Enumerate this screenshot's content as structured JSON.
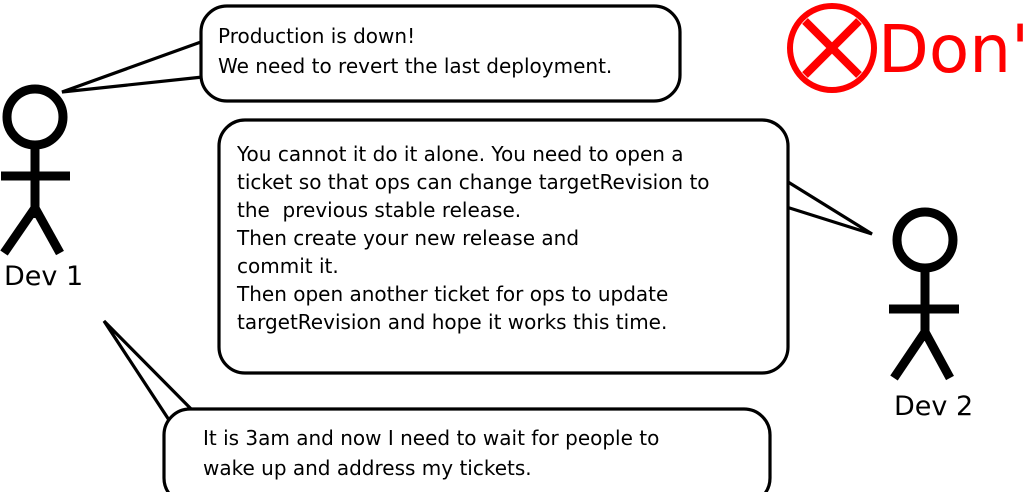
{
  "diagram": {
    "title_marker": {
      "label": "Don't",
      "icon": "circle-x-icon",
      "color": "#ff0000"
    },
    "actors": [
      {
        "id": "dev1",
        "label": "Dev 1"
      },
      {
        "id": "dev2",
        "label": "Dev 2"
      }
    ],
    "bubbles": [
      {
        "id": "bubble-dev1-top",
        "speaker": "Dev 1",
        "lines": [
          "Production is down!",
          "We need to revert the last deployment."
        ]
      },
      {
        "id": "bubble-dev2",
        "speaker": "Dev 2",
        "lines": [
          "You cannot it do it alone. You need to open a",
          "ticket so that ops can change targetRevision to",
          "the  previous stable release.",
          "Then create your new release and",
          "commit it.",
          "Then open another ticket for ops to update",
          "targetRevision and hope it works this time."
        ]
      },
      {
        "id": "bubble-dev1-bottom",
        "speaker": "Dev 1",
        "lines": [
          "It is 3am and now I need to wait for people to",
          "wake up and address my tickets."
        ]
      }
    ],
    "colors": {
      "stroke": "#000000",
      "background": "#ffffff",
      "warning": "#ff0000"
    }
  }
}
